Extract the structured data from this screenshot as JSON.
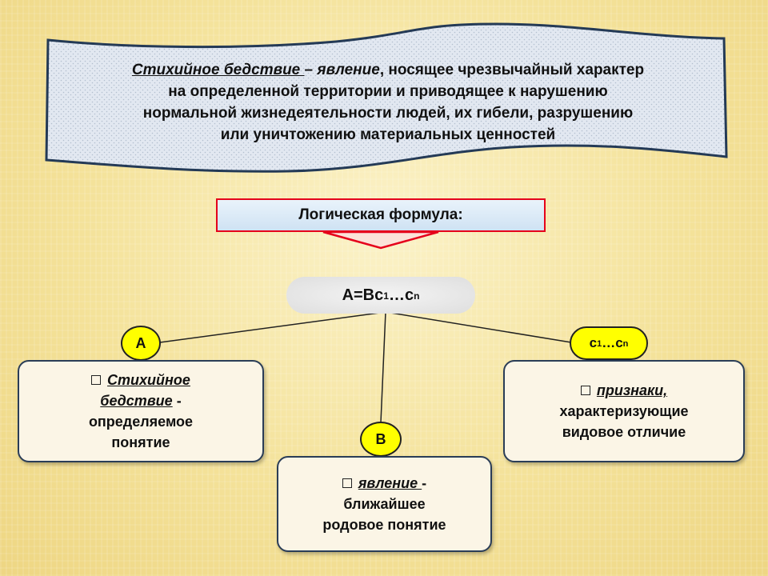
{
  "definition": {
    "term": "Стихийное бедствие ",
    "dash": "– ",
    "genus": "явление",
    "rest_line1": ", носящее чрезвычайный характер",
    "line2": "на определенной территории и приводящее  к нарушению",
    "line3": "нормальной  жизнедеятельности людей, их гибели, разрушению",
    "line4": "или уничтожению материальных ценностей"
  },
  "formula_label": "Логическая формула:",
  "formula": {
    "main": "А=Вс",
    "sub1": "1",
    "dots": "…с",
    "subn": "n"
  },
  "badges": {
    "a": "А",
    "b": "В",
    "c_main": "с",
    "c_sub1": "1",
    "c_dots": "…с",
    "c_subn": "n"
  },
  "cards": {
    "a": {
      "em1": "Стихийное",
      "em2": "бедствие",
      "tail": " -",
      "line3": "определяемое",
      "line4": "понятие"
    },
    "b": {
      "em": "явление ",
      "tail": " -",
      "line2": "ближайшее",
      "line3": "родовое понятие"
    },
    "c": {
      "em": "признаки,",
      "line2": "характеризующие",
      "line3": "видовое отличие"
    }
  },
  "colors": {
    "accent_red": "#e5001b",
    "badge_yellow": "#ffff00",
    "banner_fill": "#dfe6ef",
    "card_border": "#2a3d57"
  }
}
